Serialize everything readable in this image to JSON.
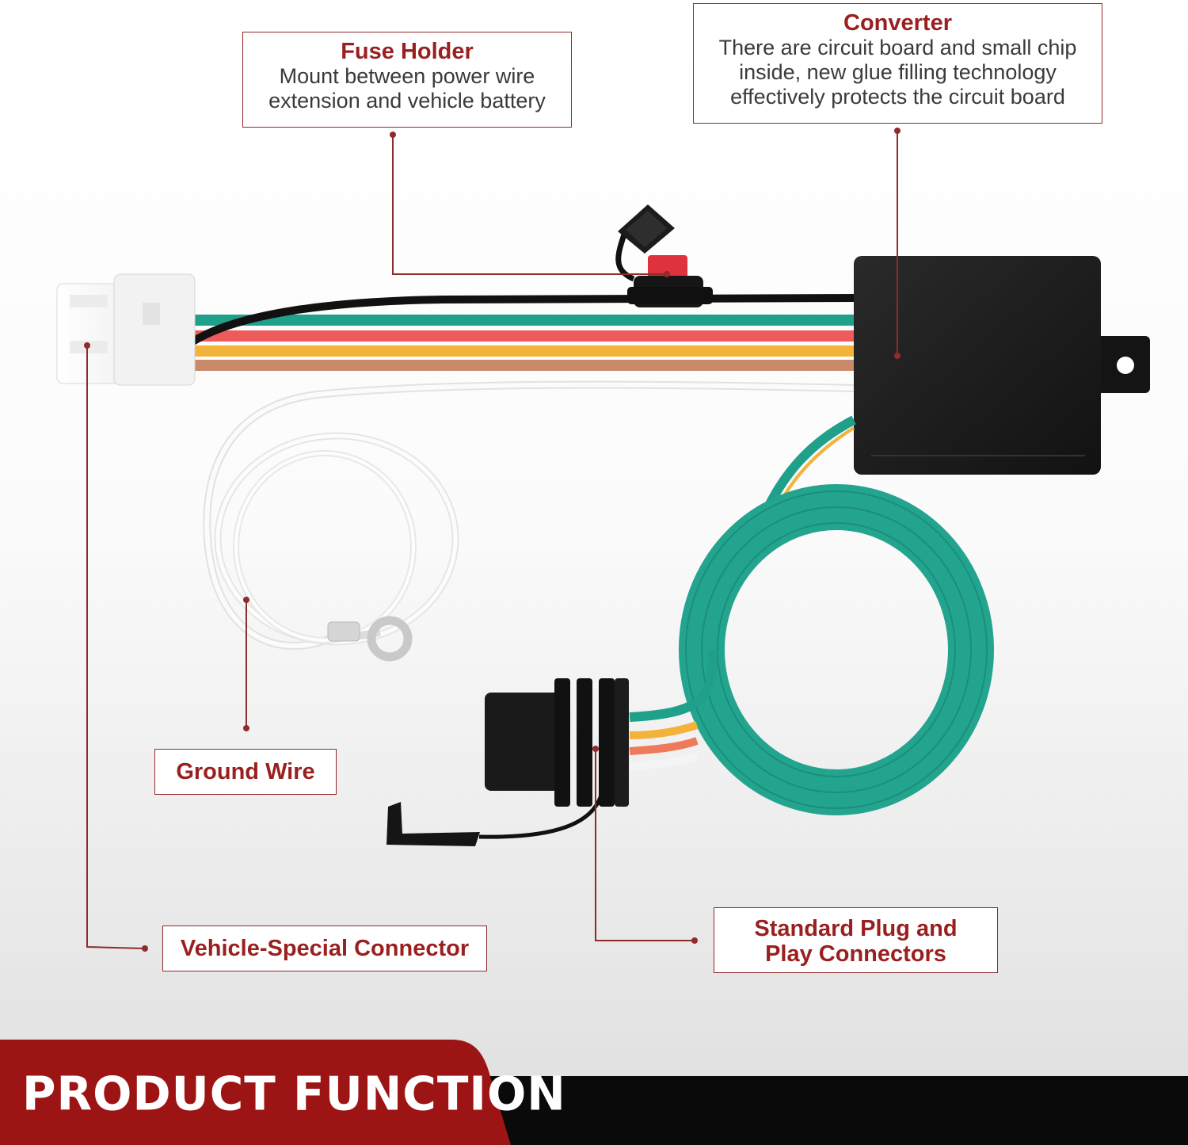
{
  "callouts": {
    "fuse_holder": {
      "title": "Fuse Holder",
      "description": "Mount between power wire\nextension and vehicle battery"
    },
    "converter": {
      "title": "Converter",
      "description": "There are circuit board and small chip\ninside, new glue filling technology\neffectively protects the circuit board"
    },
    "ground_wire": {
      "title": "Ground Wire"
    },
    "vehicle_connector": {
      "title": "Vehicle-Special Connector"
    },
    "plug_connectors": {
      "title": "Standard Plug and\nPlay Connectors"
    }
  },
  "banner": {
    "text": "PRODUCT FUNCTION"
  },
  "colors": {
    "accent": "#9a1f1f",
    "wire_green": "#1fa08a",
    "wire_red": "#ef5a5a",
    "wire_yellow": "#f3b23a",
    "wire_brown": "#c98a6a",
    "wire_black": "#111111",
    "wire_white": "#f4f4f4",
    "converter_body": "#1b1b1b",
    "banner_red": "#9c1414",
    "banner_black": "#0a0a0a"
  }
}
